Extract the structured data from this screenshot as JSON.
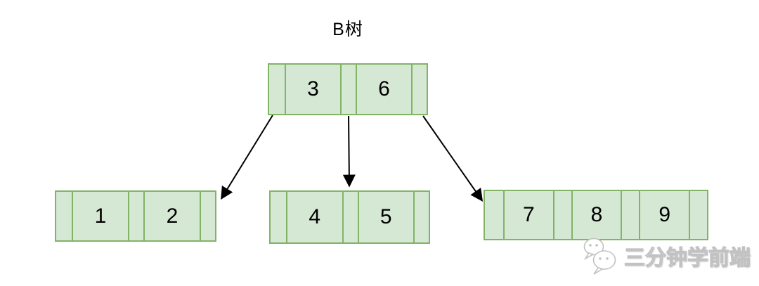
{
  "title": "B树",
  "colors": {
    "node_fill": "#d5e8d4",
    "node_border": "#82b366",
    "arrow": "#000000",
    "watermark_text": "#ffffff",
    "watermark_outline": "#c2c2c2"
  },
  "tree": {
    "root": {
      "keys": [
        "3",
        "6"
      ]
    },
    "children": [
      {
        "keys": [
          "1",
          "2"
        ]
      },
      {
        "keys": [
          "4",
          "5"
        ]
      },
      {
        "keys": [
          "7",
          "8",
          "9"
        ]
      }
    ]
  },
  "watermark": {
    "text": "三分钟学前端",
    "icon": "wechat-icon"
  }
}
